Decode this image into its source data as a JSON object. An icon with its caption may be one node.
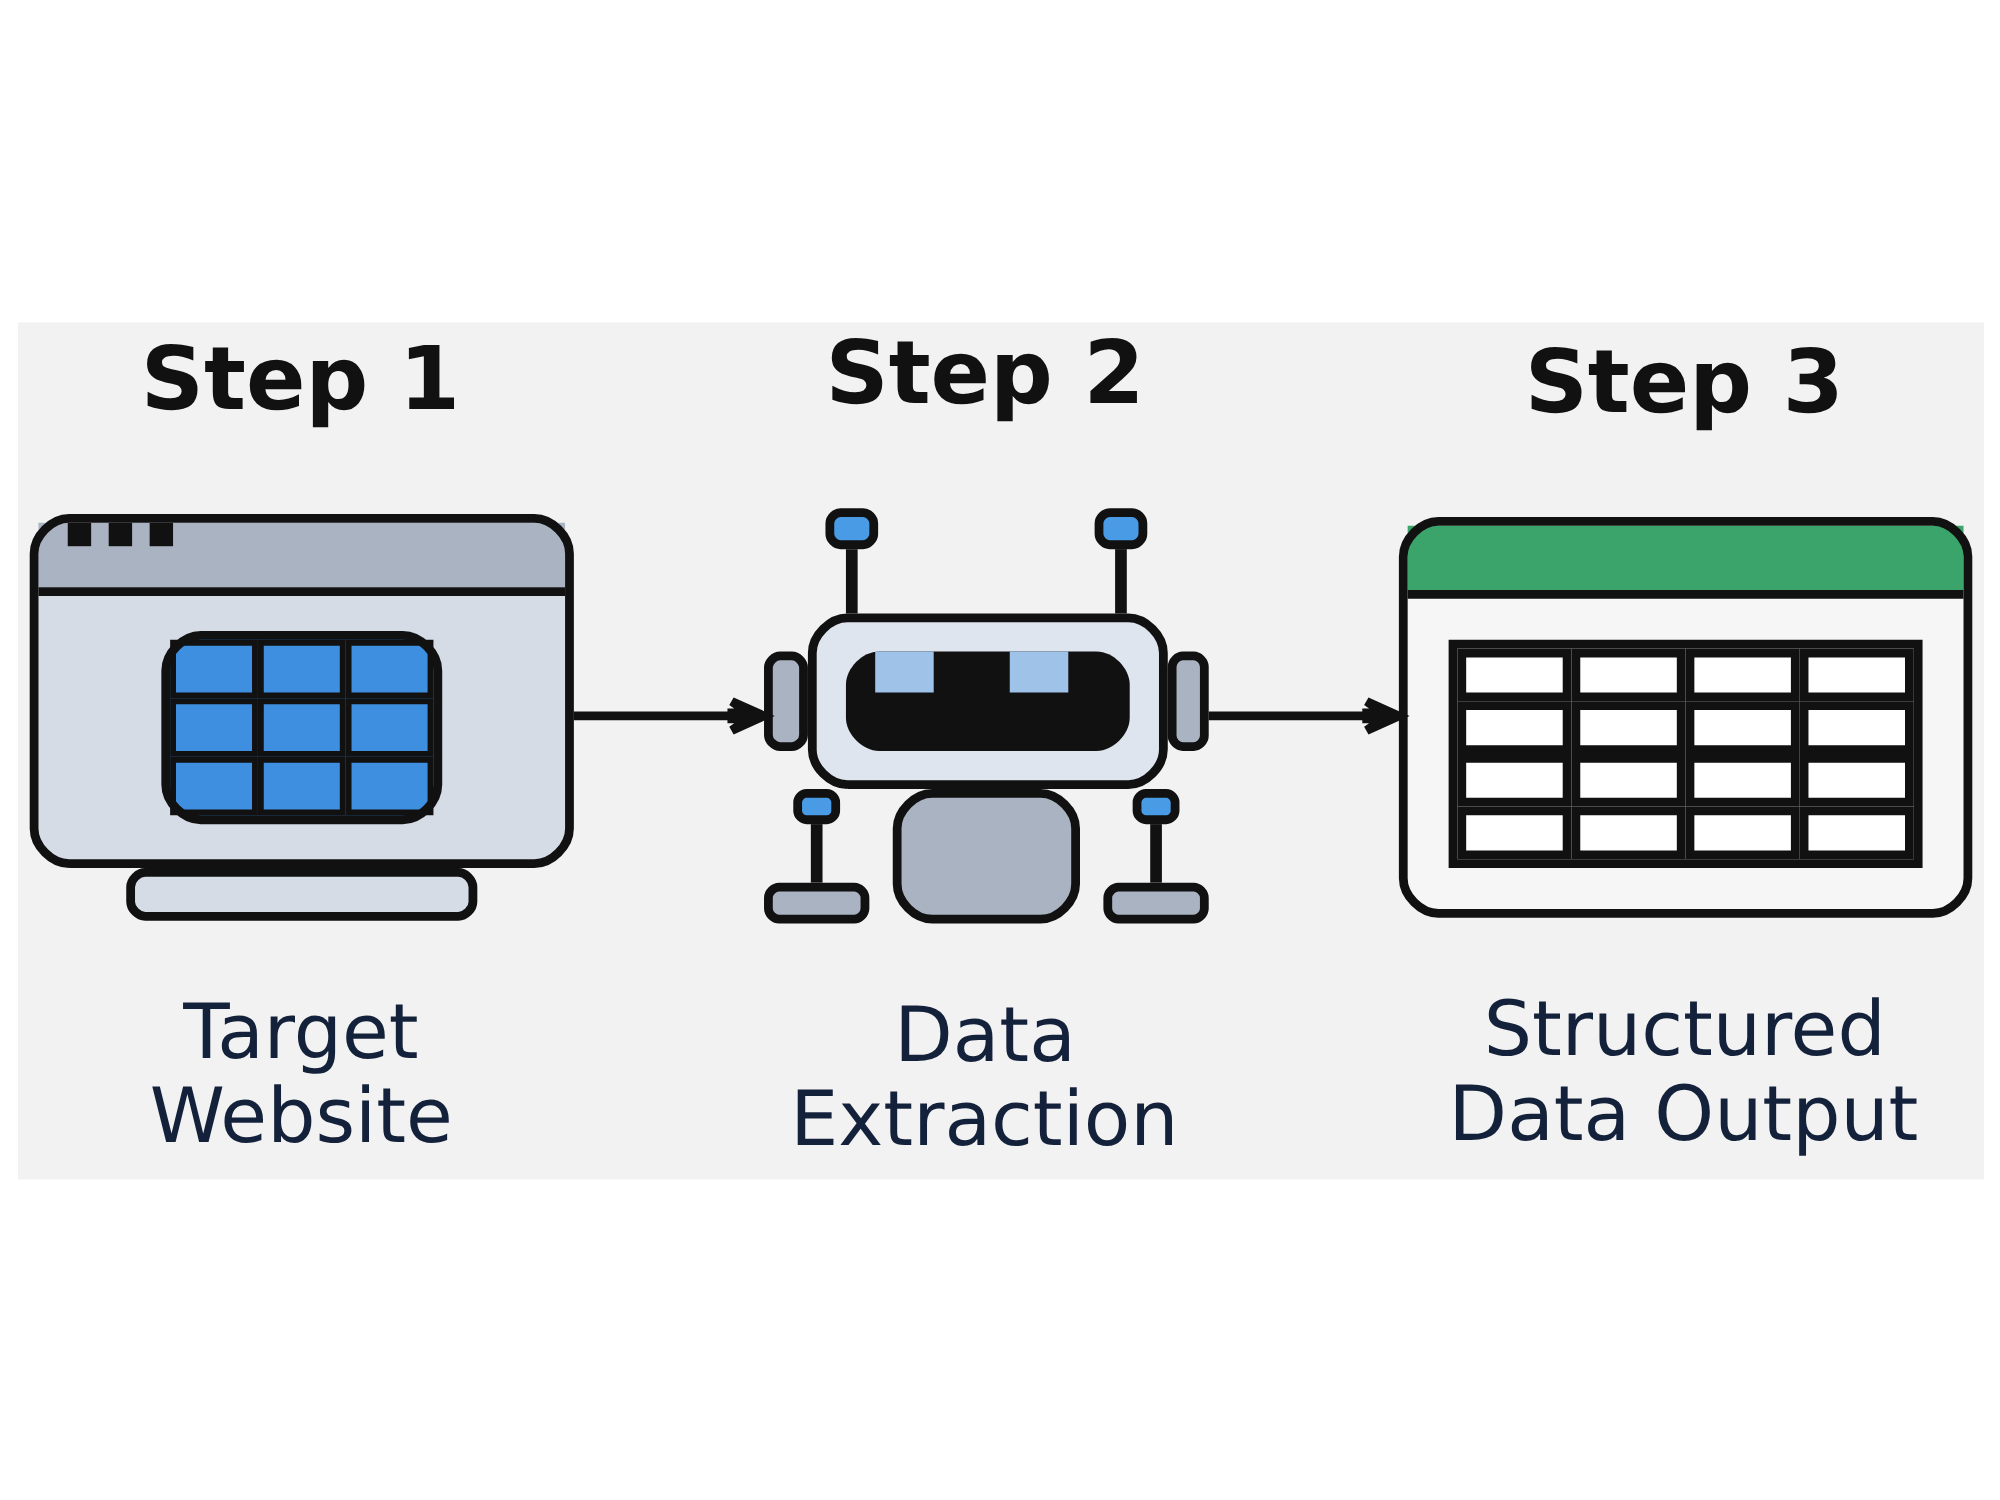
{
  "diagram": {
    "nodes": [
      {
        "text": [
          "Step 1",
          "Target Website"
        ]
      },
      {
        "text": [
          "Step 2",
          "Data Extraction"
        ]
      },
      {
        "text": [
          "Step 3",
          "Structured Data Output"
        ]
      }
    ],
    "edges": [
      {
        "from": 0,
        "to": 1,
        "arrow": "to"
      },
      {
        "from": 1,
        "to": 2,
        "arrow": "to"
      }
    ]
  }
}
